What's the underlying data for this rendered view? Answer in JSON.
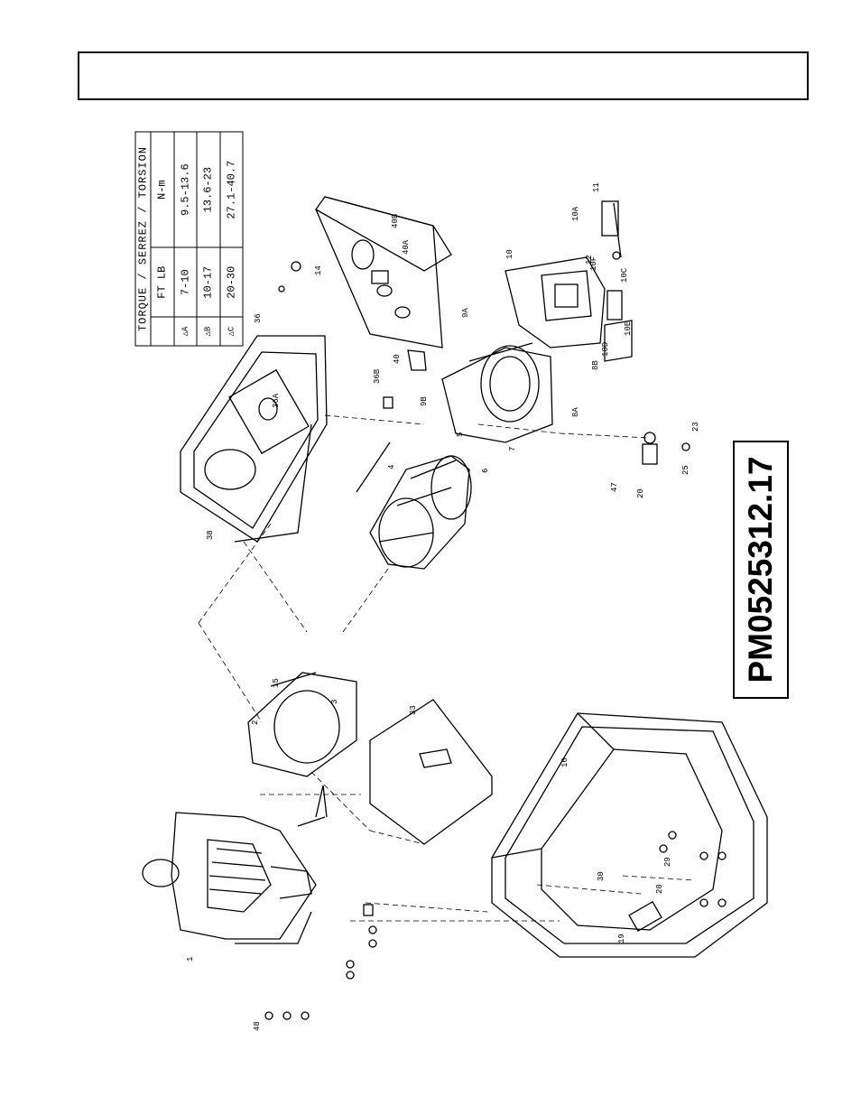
{
  "torque_table": {
    "title": "TORQUE / SERREZ / TORSION",
    "col_ftlb": "FT LB",
    "col_nm": "N-m",
    "rows": [
      {
        "mark": "A",
        "ftlb": "7-10",
        "nm": "9.5-13.6"
      },
      {
        "mark": "B",
        "ftlb": "10-17",
        "nm": "13.6-23"
      },
      {
        "mark": "C",
        "ftlb": "20-30",
        "nm": "27.1-40.7"
      }
    ]
  },
  "part_id": "PM0525312.17",
  "callouts": [
    "1",
    "2",
    "3",
    "4",
    "5",
    "6",
    "7",
    "8A",
    "8B",
    "9A",
    "9B",
    "10",
    "10A",
    "10C",
    "10D",
    "10E",
    "10F",
    "11",
    "12",
    "14",
    "15",
    "16",
    "19",
    "20",
    "23",
    "25",
    "28",
    "29",
    "30",
    "33",
    "36",
    "36A",
    "36B",
    "38",
    "40",
    "40A",
    "40B",
    "47",
    "48"
  ]
}
